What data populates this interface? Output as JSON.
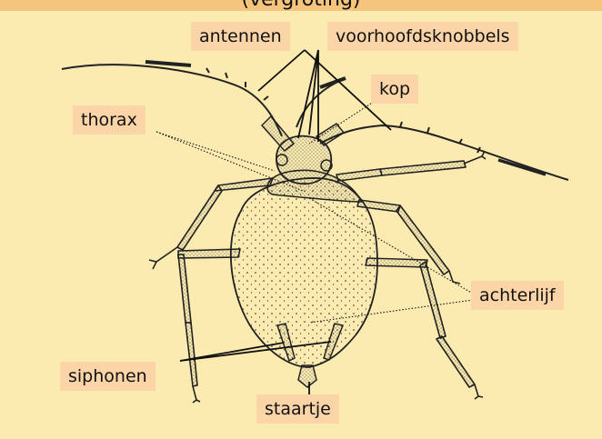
{
  "title": "(vergroting)",
  "labels": {
    "antennen": "antennen",
    "voorhoofdsknobbels": "voorhoofdsknobbels",
    "kop": "kop",
    "thorax": "thorax",
    "achterlijf": "achterlijf",
    "siphonen": "siphonen",
    "staartje": "staartje"
  },
  "colors": {
    "background": "#fbebb1",
    "label_background": "#fbd5a8",
    "title_band": "#f5c57e",
    "ink": "#111111"
  }
}
